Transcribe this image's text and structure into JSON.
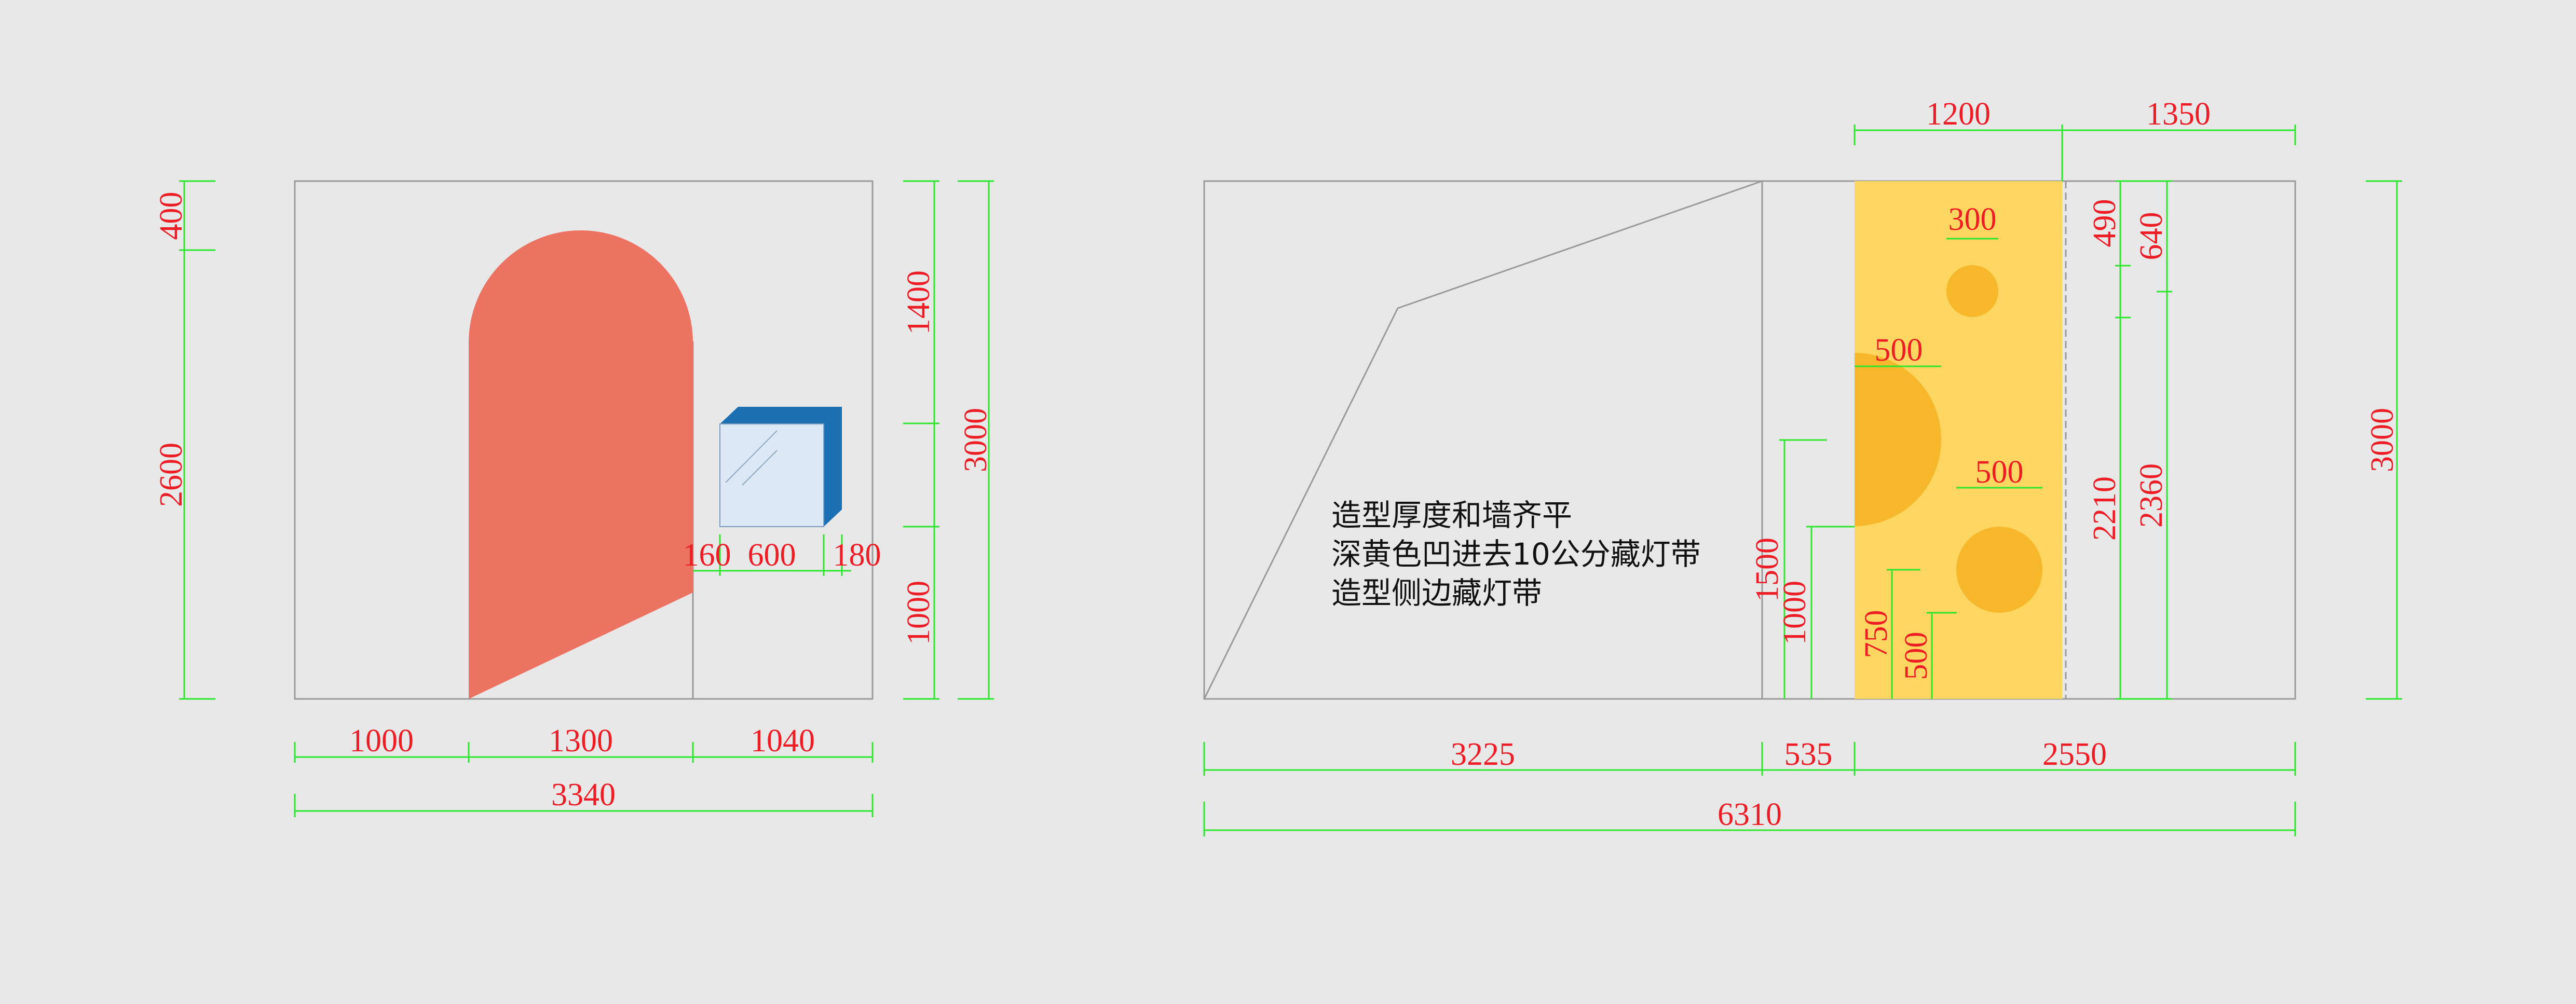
{
  "colors": {
    "background": "#e8e8e8",
    "arch": "#ec7262",
    "cube_front": "#dce9f5",
    "cube_side": "#1b6fb3",
    "yellow_panel": "#fcd660",
    "yellow_circle": "#f6b82a",
    "dimension_line": "#2ee62e",
    "dimension_text": "#ee1c25",
    "outline": "#9a9a9a",
    "note_text": "#111111"
  },
  "left_elevation": {
    "left_dims": [
      "400",
      "2600"
    ],
    "right_inner_dims": [
      "1400",
      "1000"
    ],
    "right_outer_dim": "3000",
    "cube_dims": [
      "160",
      "600",
      "180"
    ],
    "bottom_dims": [
      "1000",
      "1300",
      "1040"
    ],
    "bottom_total": "3340"
  },
  "right_elevation": {
    "top_dims": [
      "1200",
      "1350"
    ],
    "panel_dims": {
      "small_circle": "300",
      "half_circle": "500",
      "bottom_circle": "500",
      "vertical_left": [
        "1500",
        "1000"
      ],
      "vertical_inner": [
        "750",
        "500"
      ],
      "right_a": [
        "490",
        "640"
      ],
      "right_b": [
        "2210",
        "2360"
      ],
      "right_total": "3000"
    },
    "notes": [
      "造型厚度和墙齐平",
      "深黄色凹进去10公分藏灯带",
      "造型侧边藏灯带"
    ],
    "bottom_dims": [
      "3225",
      "535",
      "2550"
    ],
    "bottom_total": "6310"
  }
}
